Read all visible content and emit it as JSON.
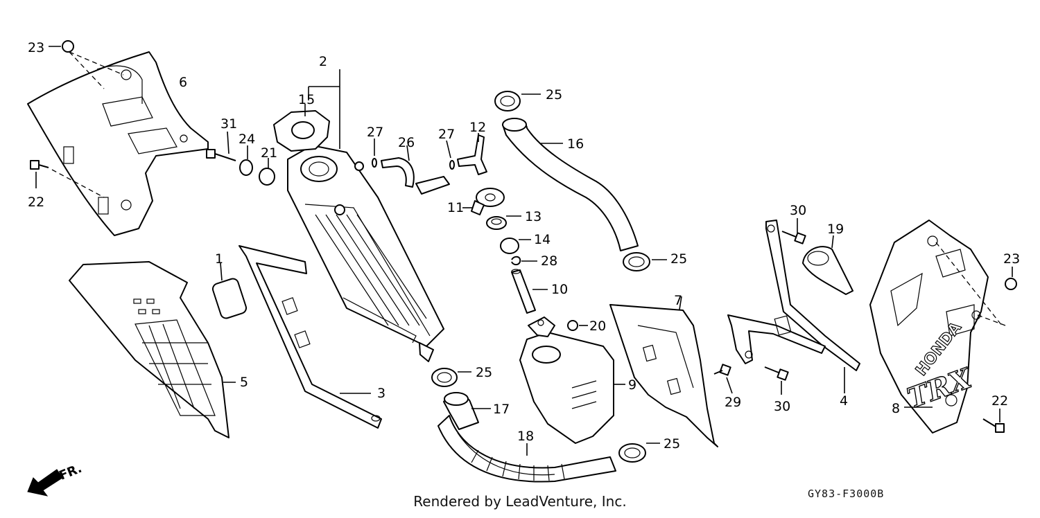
{
  "callouts": {
    "c1": "1",
    "c2": "2",
    "c3": "3",
    "c4": "4",
    "c5": "5",
    "c6": "6",
    "c7": "7",
    "c8": "8",
    "c9": "9",
    "c10": "10",
    "c11": "11",
    "c12": "12",
    "c13": "13",
    "c14": "14",
    "c15": "15",
    "c16": "16",
    "c17": "17",
    "c18": "18",
    "c19": "19",
    "c20": "20",
    "c21": "21",
    "c22a": "22",
    "c22b": "22",
    "c23a": "23",
    "c23b": "23",
    "c24": "24",
    "c25a": "25",
    "c25b": "25",
    "c25c": "25",
    "c25d": "25",
    "c26": "26",
    "c27a": "27",
    "c27b": "27",
    "c28": "28",
    "c29": "29",
    "c30a": "30",
    "c30b": "30",
    "c31": "31"
  },
  "direction_label": "FR.",
  "footer": "Rendered by LeadVenture, Inc.",
  "diagram_code": "GY83-F3000B",
  "brand_logo_text": "HONDA"
}
